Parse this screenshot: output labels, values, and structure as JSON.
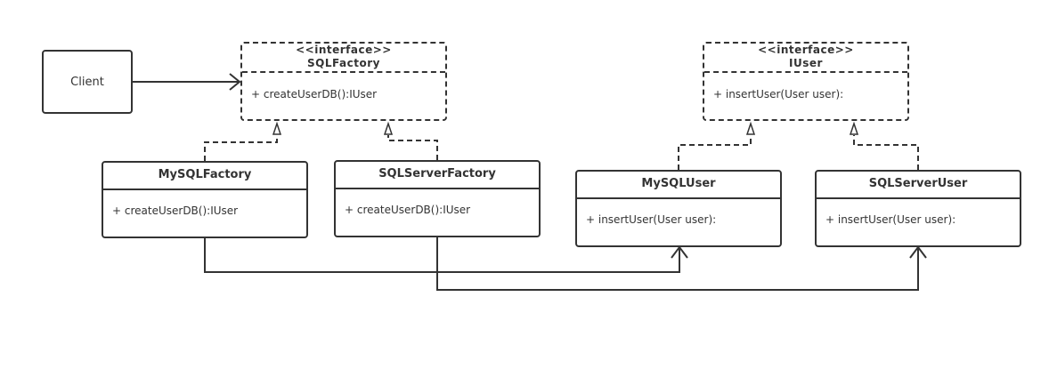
{
  "client": {
    "label": "Client"
  },
  "sql_factory": {
    "stereotype": "<<interface>>",
    "name": "SQLFactory",
    "method": "+ createUserDB():IUser"
  },
  "iuser": {
    "stereotype": "<<interface>>",
    "name": "IUser",
    "method": "+ insertUser(User user):"
  },
  "mysql_factory": {
    "name": "MySQLFactory",
    "method": "+ createUserDB():IUser"
  },
  "sqlserver_factory": {
    "name": "SQLServerFactory",
    "method": "+ createUserDB():IUser"
  },
  "mysql_user": {
    "name": "MySQLUser",
    "method": "+ insertUser(User user):"
  },
  "sqlserver_user": {
    "name": "SQLServerUser",
    "method": "+ insertUser(User user):"
  },
  "colors": {
    "stroke": "#333333",
    "background": "#ffffff"
  }
}
